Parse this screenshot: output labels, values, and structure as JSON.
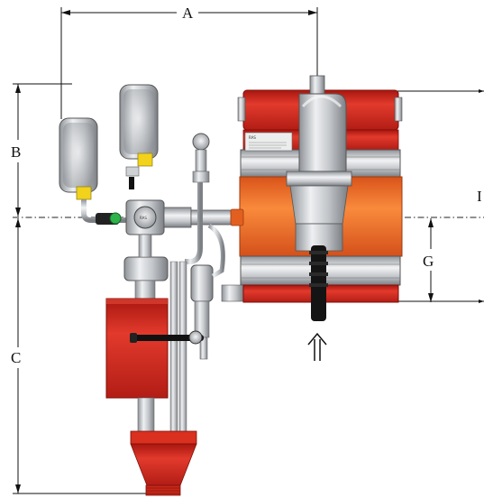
{
  "diagram": {
    "dimensions": {
      "a": "A",
      "b": "B",
      "c": "C",
      "g": "G",
      "i": "I"
    },
    "gauge_label": "RAS",
    "plate_label": "RAS"
  },
  "colors": {
    "red": "#d2281e",
    "orange": "#ee6a24",
    "steel": "#c7c9cc",
    "yellow": "#f2d21b",
    "green": "#2db34a",
    "black": "#111111"
  }
}
